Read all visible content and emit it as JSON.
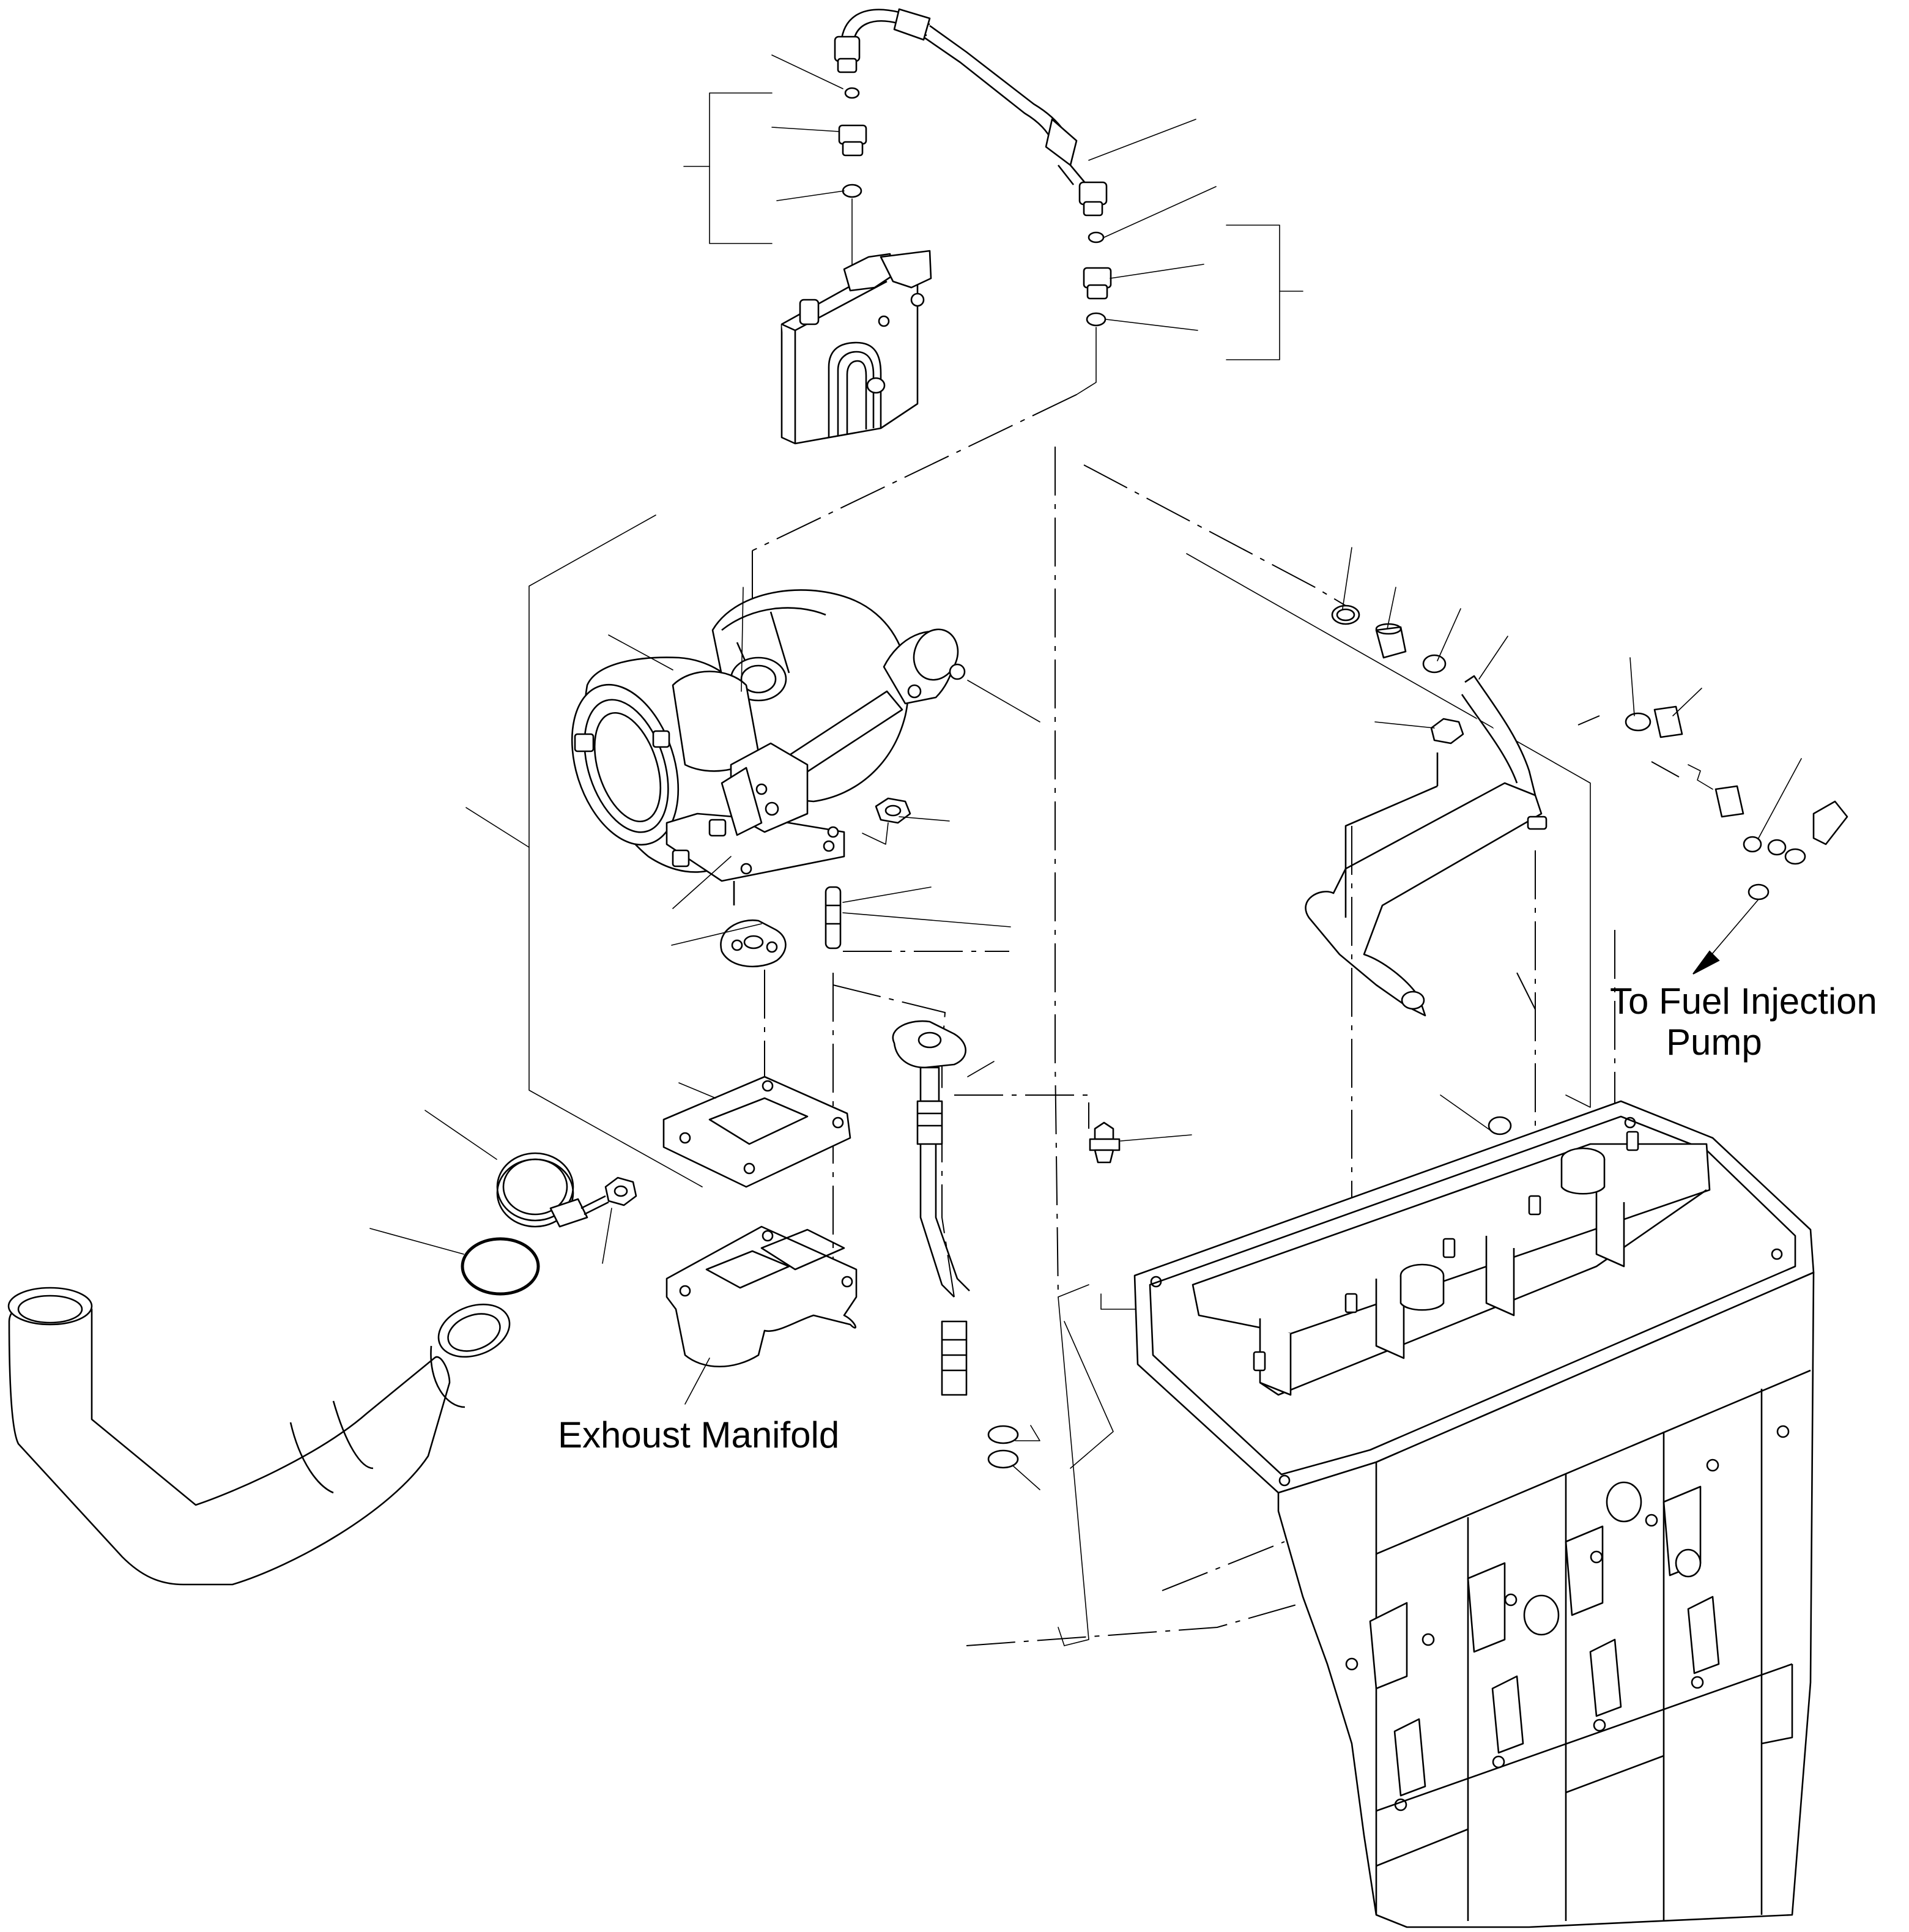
{
  "diagram": {
    "labels": {
      "exhaust_manifold": "Exhoust Manifold",
      "fuel_injection_line1": "To Fuel Injection",
      "fuel_injection_line2": "Pump"
    },
    "colors": {
      "line": "#000000",
      "background": "#ffffff"
    }
  }
}
